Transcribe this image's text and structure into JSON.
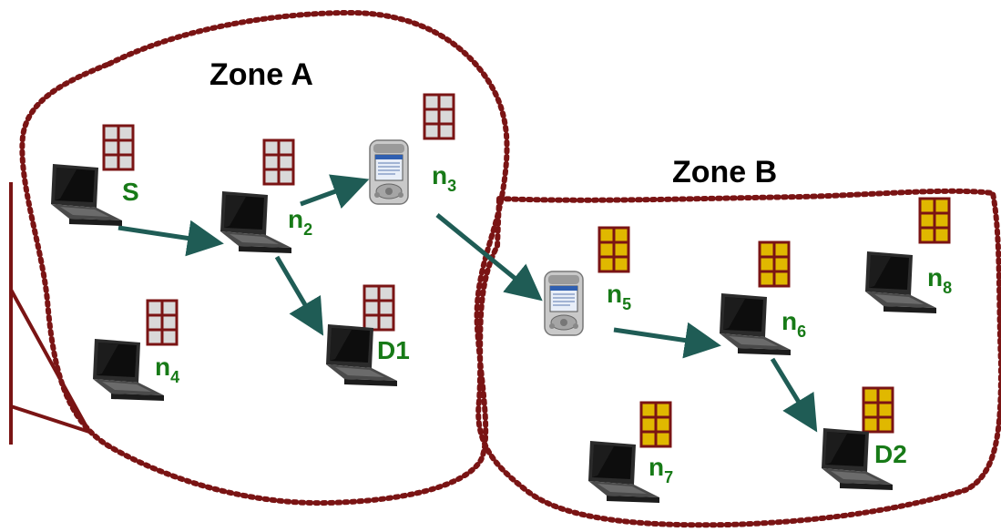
{
  "colors": {
    "zone_border": "#7a1414",
    "arrow": "#1f5c55",
    "label_green": "#177a17",
    "table_a_fill": "#d9d9d9",
    "table_a_stroke": "#7a1414",
    "table_b_fill": "#e0b800",
    "table_b_stroke": "#7a1414",
    "callout": "#7a1414"
  },
  "zones": {
    "a": {
      "label": "Zone A"
    },
    "b": {
      "label": "Zone B"
    }
  },
  "nodes": {
    "s": {
      "main": "S",
      "sub": "",
      "device": "laptop",
      "zone": "A"
    },
    "n2": {
      "main": "n",
      "sub": "2",
      "device": "laptop",
      "zone": "A"
    },
    "n3": {
      "main": "n",
      "sub": "3",
      "device": "pda",
      "zone": "A"
    },
    "n4": {
      "main": "n",
      "sub": "4",
      "device": "laptop",
      "zone": "A"
    },
    "d1": {
      "main": "D1",
      "sub": "",
      "device": "laptop",
      "zone": "A"
    },
    "n5": {
      "main": "n",
      "sub": "5",
      "device": "pda",
      "zone": "B"
    },
    "n6": {
      "main": "n",
      "sub": "6",
      "device": "laptop",
      "zone": "B"
    },
    "n7": {
      "main": "n",
      "sub": "7",
      "device": "laptop",
      "zone": "B"
    },
    "n8": {
      "main": "n",
      "sub": "8",
      "device": "laptop",
      "zone": "B"
    },
    "d2": {
      "main": "D2",
      "sub": "",
      "device": "laptop",
      "zone": "B"
    }
  },
  "edges": [
    {
      "from": "S",
      "to": "n2"
    },
    {
      "from": "n2",
      "to": "n3"
    },
    {
      "from": "n2",
      "to": "D1"
    },
    {
      "from": "n3",
      "to": "n5"
    },
    {
      "from": "n5",
      "to": "n6"
    },
    {
      "from": "n6",
      "to": "D2"
    }
  ],
  "icons": {
    "laptop": "laptop-icon",
    "pda": "pda-icon",
    "routing_table": "routing-table-icon"
  }
}
